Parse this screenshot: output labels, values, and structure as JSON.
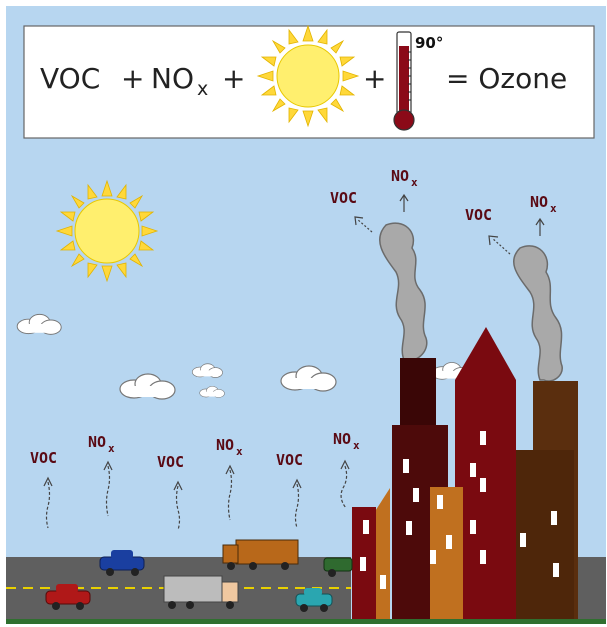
{
  "equation": {
    "voc": "VOC",
    "plus": "+",
    "no": "NO",
    "no_sub": "x",
    "temperature": "90°",
    "equals": "= Ozone"
  },
  "emissions": {
    "voc": "VOC",
    "no": "NO",
    "no_sub": "x"
  },
  "colors": {
    "sky": "#b7d6f0",
    "thermometer": "#8b0a18",
    "label": "#5a0a14",
    "road": "#5f5f5f",
    "sun": "#ffee66"
  }
}
